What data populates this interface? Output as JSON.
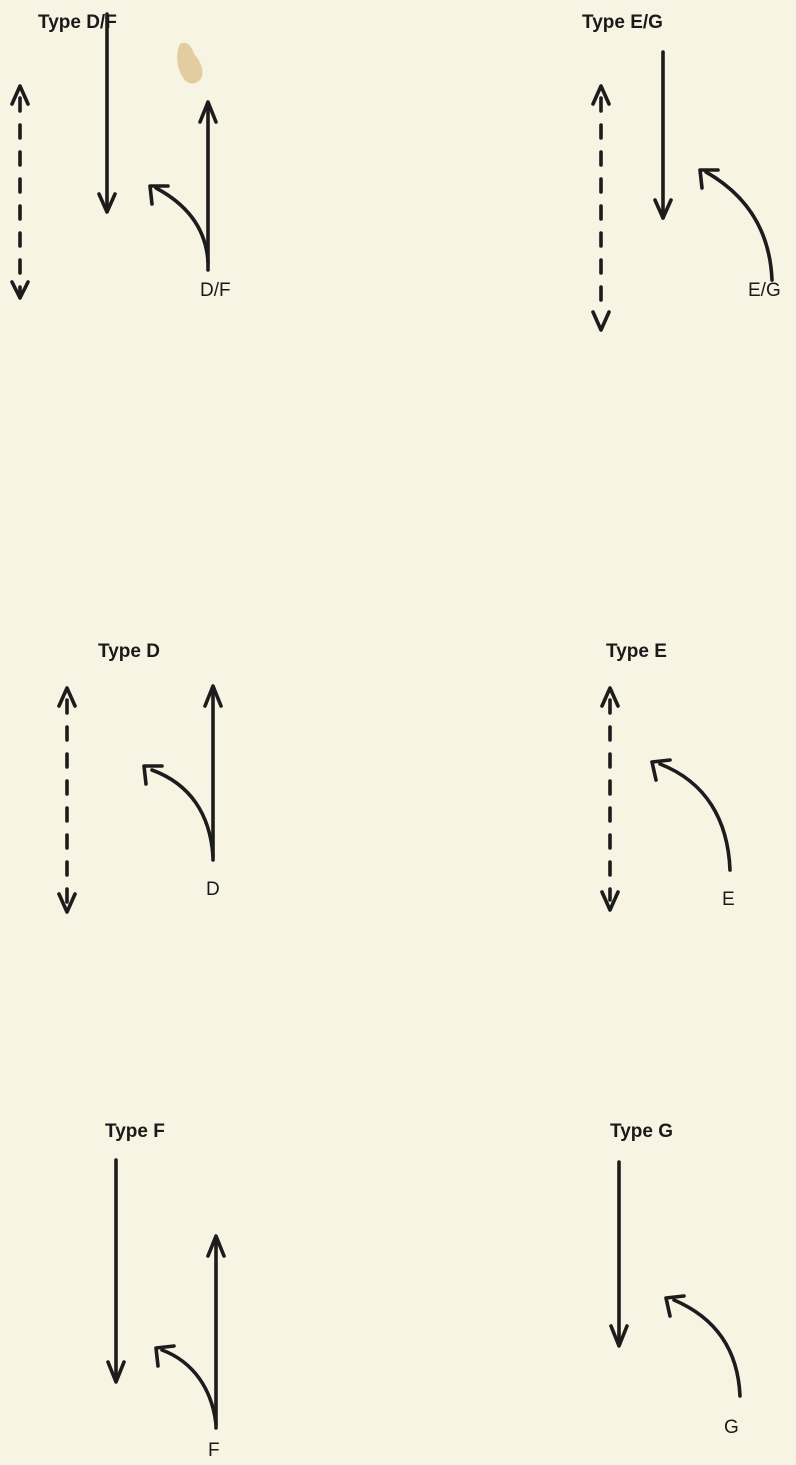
{
  "panels": {
    "df": {
      "title": "Type D/F",
      "label": "D/F"
    },
    "eg": {
      "title": "Type E/G",
      "label": "E/G"
    },
    "d": {
      "title": "Type D",
      "label": "D"
    },
    "e": {
      "title": "Type E",
      "label": "E"
    },
    "f": {
      "title": "Type F",
      "label": "F"
    },
    "g": {
      "title": "Type G",
      "label": "G"
    }
  },
  "colors": {
    "background": "#f8f4e4",
    "ink": "#1c1c1c",
    "stain": "#d9c089"
  }
}
